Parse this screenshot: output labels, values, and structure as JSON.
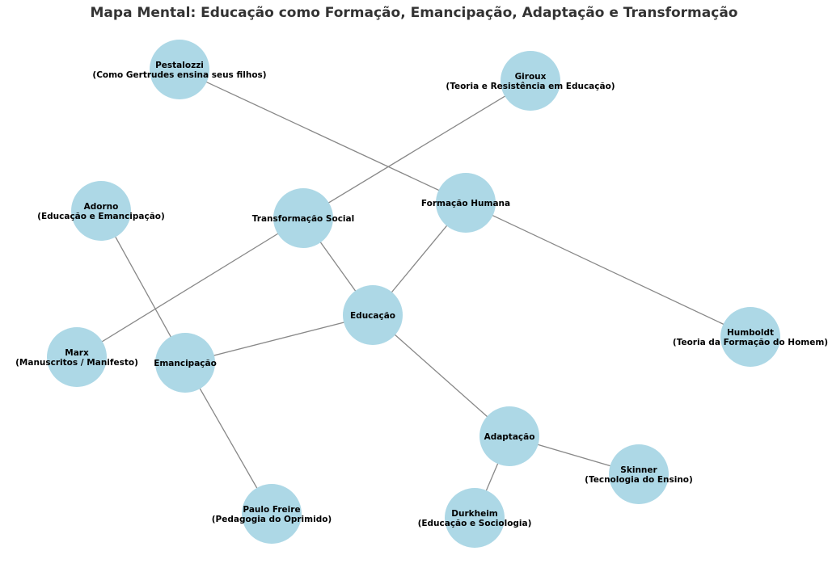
{
  "title": "Mapa Mental: Educação como Formação, Emancipação, Adaptação e Transformação",
  "colors": {
    "node_fill": "#add8e6",
    "edge": "#888888",
    "text": "#000000"
  },
  "nodes": [
    {
      "id": "educacao",
      "lines": [
        "Educação"
      ]
    },
    {
      "id": "formacao",
      "lines": [
        "Formação Humana"
      ]
    },
    {
      "id": "emancipacao",
      "lines": [
        "Emancipação"
      ]
    },
    {
      "id": "adaptacao",
      "lines": [
        "Adaptação"
      ]
    },
    {
      "id": "transformacao",
      "lines": [
        "Transformação Social"
      ]
    },
    {
      "id": "pestalozzi",
      "lines": [
        "Pestalozzi",
        "(Como Gertrudes ensina seus filhos)"
      ]
    },
    {
      "id": "giroux",
      "lines": [
        "Giroux",
        "(Teoria e Resistência em Educação)"
      ]
    },
    {
      "id": "adorno",
      "lines": [
        "Adorno",
        "(Educação e Emancipação)"
      ]
    },
    {
      "id": "humboldt",
      "lines": [
        "Humboldt",
        "(Teoria da Formação do Homem)"
      ]
    },
    {
      "id": "marx",
      "lines": [
        "Marx",
        "(Manuscritos / Manifesto)"
      ]
    },
    {
      "id": "skinner",
      "lines": [
        "Skinner",
        "(Tecnologia do Ensino)"
      ]
    },
    {
      "id": "freire",
      "lines": [
        "Paulo Freire",
        "(Pedagogia do Oprimido)"
      ]
    },
    {
      "id": "durkheim",
      "lines": [
        "Durkheim",
        "(Educação e Sociologia)"
      ]
    }
  ],
  "edges": [
    [
      "pestalozzi",
      "formacao"
    ],
    [
      "giroux",
      "transformacao"
    ],
    [
      "adorno",
      "emancipacao"
    ],
    [
      "transformacao",
      "marx"
    ],
    [
      "transformacao",
      "educacao"
    ],
    [
      "formacao",
      "educacao"
    ],
    [
      "formacao",
      "humboldt"
    ],
    [
      "educacao",
      "emancipacao"
    ],
    [
      "educacao",
      "adaptacao"
    ],
    [
      "emancipacao",
      "freire"
    ],
    [
      "adaptacao",
      "skinner"
    ],
    [
      "adaptacao",
      "durkheim"
    ]
  ]
}
